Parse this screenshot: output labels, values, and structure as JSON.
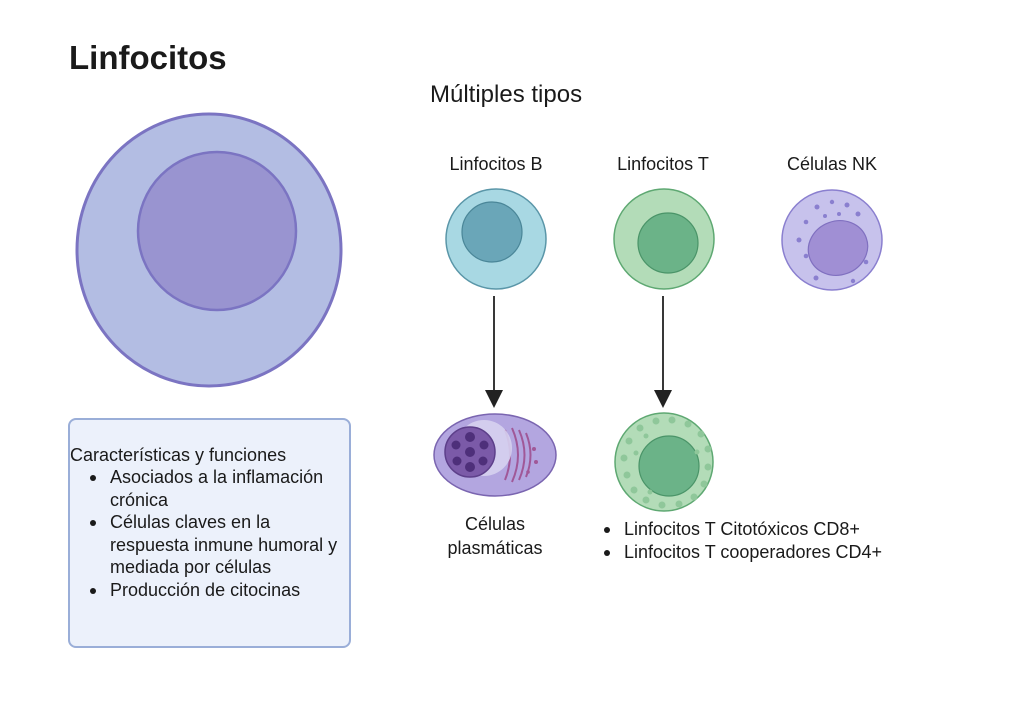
{
  "title": "Linfocitos",
  "subtitle": "Múltiples tipos",
  "cell_types": {
    "b_cells": "Linfocitos B",
    "t_cells": "Linfocitos T",
    "nk_cells": "Células NK",
    "plasma_cells": "Células\nplasmáticas"
  },
  "info": {
    "heading": "Características y funciones",
    "items": [
      "Asociados a la inflamación crónica",
      "Células claves en la respuesta inmune humoral y mediada por células",
      "Producción de citocinas"
    ]
  },
  "t_subtypes": [
    "Linfocitos T Citotóxicos CD8+",
    "Linfocitos T cooperadores CD4+"
  ],
  "colors": {
    "lymphocyte_outer": "#b3bde3",
    "lymphocyte_border": "#7b74c2",
    "lymphocyte_nucleus": "#9994d0",
    "b_cell_outer": "#a8d8e3",
    "b_cell_nucleus": "#6aa6b8",
    "t_cell_outer": "#b3dcb8",
    "t_cell_nucleus": "#6bb388",
    "nk_cell_outer": "#c7c2ec",
    "nk_cell_nucleus": "#a08fd4",
    "plasma_outer": "#b3a6e0",
    "plasma_nucleus": "#7b5aa8",
    "info_box_bg": "#ecf1fb",
    "info_box_border": "#9aaed8"
  },
  "icons": {
    "main_cell": "lymphocyte-cell-icon",
    "b_cell": "b-cell-icon",
    "t_cell": "t-cell-icon",
    "nk_cell": "nk-cell-icon",
    "plasma_cell": "plasma-cell-icon",
    "cytotoxic_t_cell": "cytotoxic-t-cell-icon"
  }
}
